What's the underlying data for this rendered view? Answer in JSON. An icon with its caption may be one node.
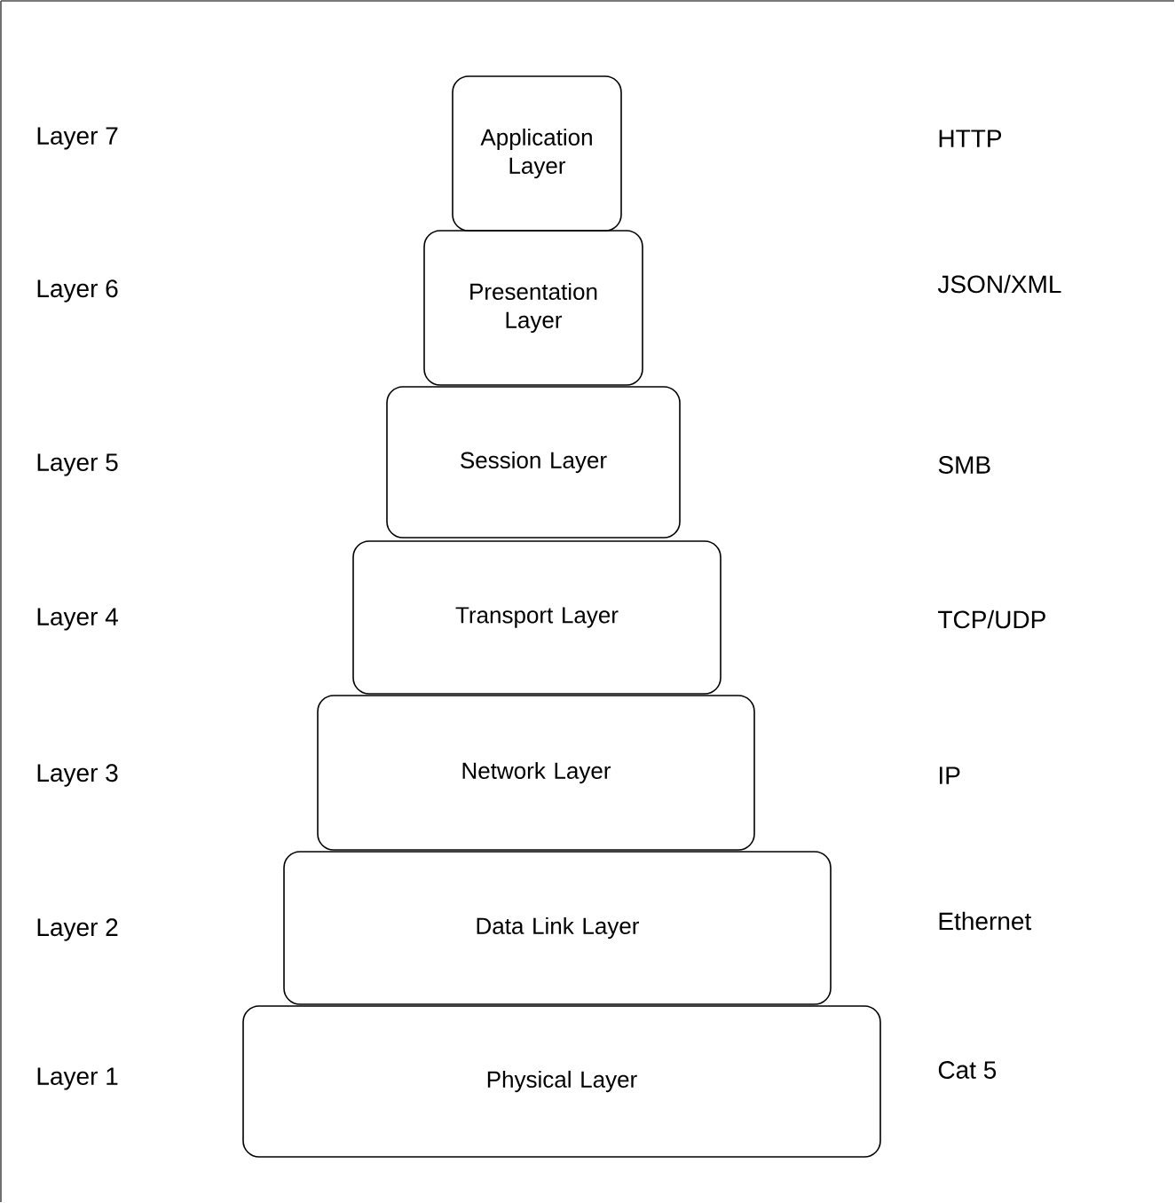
{
  "diagram": {
    "nodes": [
      {
        "text": [
          "Application Layer"
        ]
      },
      {
        "text": [
          "Presentation Layer"
        ]
      },
      {
        "text": [
          "Session Layer"
        ]
      },
      {
        "text": [
          "Transport Layer"
        ]
      },
      {
        "text": [
          "Network Layer"
        ]
      },
      {
        "text": [
          "Data Link Layer"
        ]
      },
      {
        "text": [
          "Physical Layer"
        ]
      }
    ],
    "labels": [
      "Layer 7",
      "HTTP",
      "Layer 6",
      "JSON/XML",
      "Layer 5",
      "SMB",
      "Layer 4",
      "TCP/UDP",
      "Layer 3",
      "IP",
      "Layer 2",
      "Ethernet",
      "Layer 1",
      "Cat 5"
    ]
  }
}
